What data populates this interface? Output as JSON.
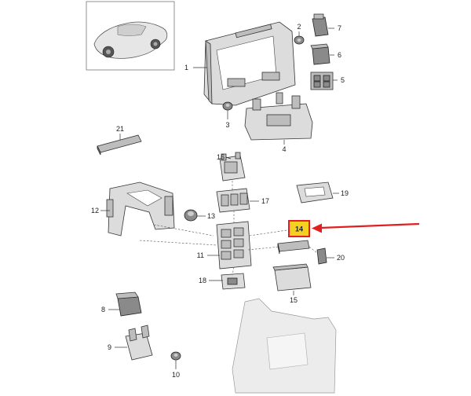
{
  "diagram": {
    "callouts": [
      {
        "id": "c1",
        "label": "1"
      },
      {
        "id": "c2",
        "label": "2"
      },
      {
        "id": "c3",
        "label": "3"
      },
      {
        "id": "c4",
        "label": "4"
      },
      {
        "id": "c5",
        "label": "5"
      },
      {
        "id": "c6",
        "label": "6"
      },
      {
        "id": "c7",
        "label": "7"
      },
      {
        "id": "c8",
        "label": "8"
      },
      {
        "id": "c9",
        "label": "9"
      },
      {
        "id": "c10",
        "label": "10"
      },
      {
        "id": "c11",
        "label": "11"
      },
      {
        "id": "c12",
        "label": "12"
      },
      {
        "id": "c13",
        "label": "13"
      },
      {
        "id": "c14",
        "label": "14"
      },
      {
        "id": "c15",
        "label": "15"
      },
      {
        "id": "c16",
        "label": "16"
      },
      {
        "id": "c17",
        "label": "17"
      },
      {
        "id": "c18",
        "label": "18"
      },
      {
        "id": "c19",
        "label": "19"
      },
      {
        "id": "c20",
        "label": "20"
      },
      {
        "id": "c21",
        "label": "21"
      }
    ],
    "highlight": {
      "label": "14",
      "fill": "#f5d020",
      "border": "#e02020"
    },
    "arrow_color": "#e02020"
  }
}
